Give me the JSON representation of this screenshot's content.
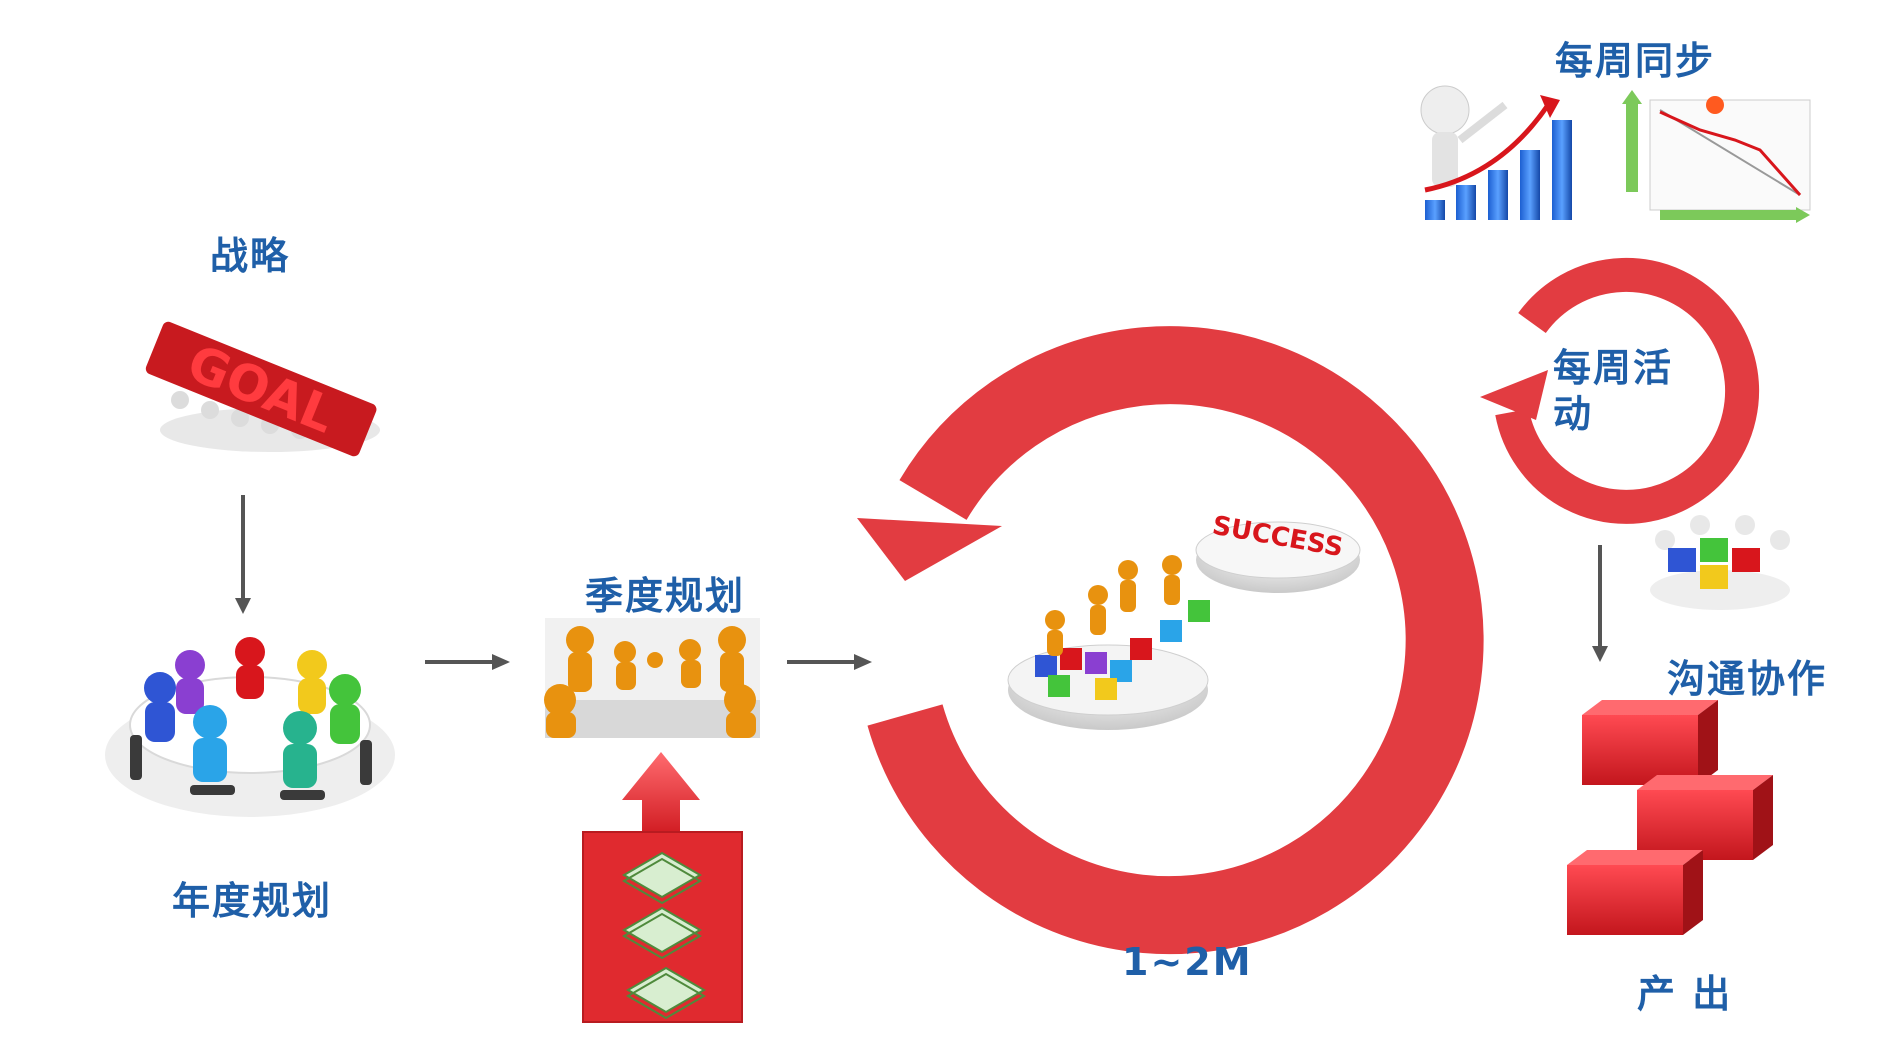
{
  "labels": {
    "strategy": "战略",
    "annual": "年度规划",
    "quarterly": "季度规划",
    "cycle": "1~2M",
    "weekly_sync": "每周同步",
    "weekly_activity": "每周活动",
    "communication": "沟通协作",
    "output": "产 出"
  },
  "images": {
    "goal_text": "GOAL",
    "success_text": "SUCCESS"
  },
  "colors": {
    "accent_red": "#e23c41",
    "label_blue": "#1f5fa8",
    "arrow_gray": "#555555"
  }
}
